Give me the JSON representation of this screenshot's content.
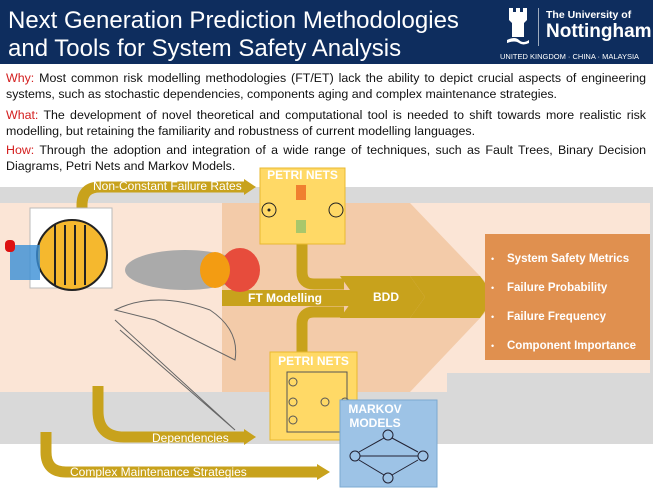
{
  "header": {
    "title_line1": "Next Generation Prediction Methodologies",
    "title_line2": "and Tools for System Safety Analysis",
    "logo": {
      "line1": "The University of",
      "line2": "Nottingham",
      "subtitle": "UNITED KINGDOM · CHINA · MALAYSIA"
    }
  },
  "intro": {
    "why_label": "Why:",
    "why_text": "Most common risk modelling methodologies (FT/ET) lack the ability to depict crucial aspects of engineering systems, such as stochastic dependencies, components aging and complex maintenance strategies.",
    "what_label": "What:",
    "what_text": "The development of novel theoretical and computational tool is needed to shift towards more realistic risk modelling, but retaining the familiarity and robustness of current modelling languages.",
    "how_label": "How:",
    "how_text": "Through the adoption and integration of a wide range of techniques, such as Fault Trees, Binary Decision Diagrams, Petri Nets and Markov Models."
  },
  "diagram": {
    "arrows": {
      "non_constant": "Non-Constant Failure Rates",
      "dependencies": "Dependencies",
      "maintenance": "Complex Maintenance Strategies",
      "ft": "FT Modelling",
      "bdd": "BDD"
    },
    "petri_top": "PETRI NETS",
    "petri_bottom": "PETRI NETS",
    "markov_line1": "MARKOV",
    "markov_line2": "MODELS",
    "metrics": [
      "System Safety Metrics",
      "Failure Probability",
      "Failure Frequency",
      "Component Importance"
    ],
    "colors": {
      "navy": "#0e2d5e",
      "gold": "#c8a21c",
      "orange": "#e0904f",
      "yellow": "#ffd966",
      "blue": "#9dc3e6",
      "red_label": "#d42020"
    }
  }
}
